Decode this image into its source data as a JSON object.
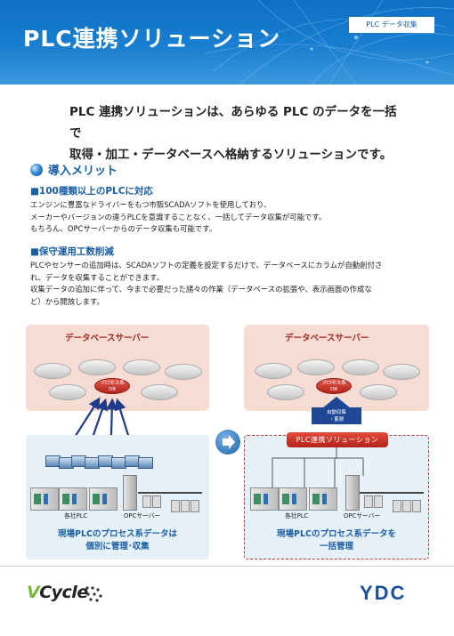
{
  "header": {
    "title": "PLC連携ソリューション",
    "tag": "PLC データ収集",
    "background_color": "#1a7fd0"
  },
  "intro": {
    "line1": "PLC 連携ソリューションは、あらゆる PLC のデータを一括で",
    "line2": "取得・加工・データベースへ格納するソリューションです。"
  },
  "merit": {
    "title": "導入メリット",
    "sections": [
      {
        "heading": "■100種類以上のPLCに対応",
        "lines": [
          "エンジンに豊富なドライバーをもつ市販SCADAソフトを使用しており、",
          "メーカーやバージョンの違うPLCを意識することなく、一括してデータ収集が可能です。",
          "もちろん、OPCサーバーからのデータ収集も可能です。"
        ]
      },
      {
        "heading": "■保守運用工数削減",
        "lines": [
          "PLCやセンサーの追加時は、SCADAソフトの定義を設定するだけで、データベースにカラムが自動創付さ",
          "れ、データを収集することができます。",
          "収集データの追加に伴って、今まで必要だった諸々の作業（データベースの拡張や、表示画面の作成な",
          "ど）から開放します。"
        ]
      }
    ]
  },
  "diagram": {
    "left": {
      "db_server_label": "データベースサーバー",
      "process_db_label_1": "プロセス系",
      "process_db_label_2": "DB",
      "plc_label": "各社PLC",
      "opc_label": "OPCサーバー",
      "caption_1": "現場PLCのプロセス系データは",
      "caption_2": "個別に管理･収集"
    },
    "right": {
      "db_server_label": "データベースサーバー",
      "process_db_label_1": "プロセス系",
      "process_db_label_2": "DB",
      "auto_collect_1": "自動収集",
      "auto_collect_2": "・蓄積",
      "solution_label": "PLC連携ソリューション",
      "plc_label": "各社PLC",
      "opc_label": "OPCサーバー",
      "caption_1": "現場PLCのプロセス系データを",
      "caption_2": "一括管理"
    }
  },
  "footer": {
    "logo_left_v": "V",
    "logo_left_rest": "Cycle",
    "logo_right": "YDC"
  }
}
